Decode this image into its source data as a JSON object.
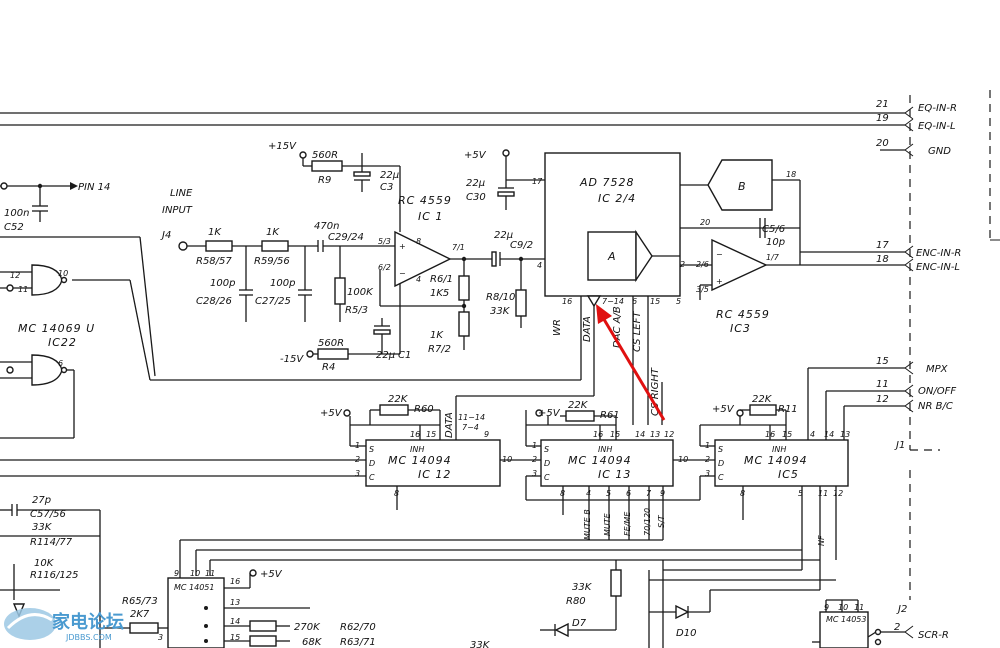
{
  "connector_right": {
    "pins": [
      {
        "num": "21",
        "label": "EQ-IN-R"
      },
      {
        "num": "19",
        "label": "EQ-IN-L"
      },
      {
        "num": "20",
        "label": "GND"
      },
      {
        "num": "17",
        "label": "ENC-IN-R"
      },
      {
        "num": "18",
        "label": "ENC-IN-L"
      },
      {
        "num": "15",
        "label": "MPX"
      },
      {
        "num": "11",
        "label": "ON/OFF"
      },
      {
        "num": "12",
        "label": "NR B/C"
      }
    ],
    "name": "J1"
  },
  "connector_j2": {
    "name": "J2",
    "pin": "2",
    "label": "SCR-R"
  },
  "input": {
    "title_1": "LINE",
    "title_2": "INPUT",
    "jack": "J4"
  },
  "components": {
    "r58": {
      "value": "1K",
      "ref": "R58/57"
    },
    "r59": {
      "value": "1K",
      "ref": "R59/56"
    },
    "c29": {
      "value": "470n",
      "ref": "C29/24"
    },
    "c28": {
      "value": "100p",
      "ref": "C28/26"
    },
    "c27": {
      "value": "100p",
      "ref": "C27/25"
    },
    "r5": {
      "value": "100K",
      "ref": "R5/3"
    },
    "r9": {
      "value": "560R",
      "ref": "R9"
    },
    "c3": {
      "value": "22µ",
      "ref": "C3"
    },
    "r4": {
      "value": "560R",
      "ref": "R4"
    },
    "c1": {
      "value": "22µ",
      "ref": "C1"
    },
    "c30": {
      "value": "22µ",
      "ref": "C30"
    },
    "c9": {
      "value": "22µ",
      "ref": "C9/2"
    },
    "r6": {
      "value": "1K5",
      "ref": "R6/1"
    },
    "r7": {
      "value": "1K",
      "ref": "R7/2"
    },
    "r8": {
      "value": "33K",
      "ref": "R8/10"
    },
    "c5": {
      "value": "10p",
      "ref": "C5/6"
    },
    "r60": {
      "value": "22K",
      "ref": "R60"
    },
    "r61": {
      "value": "22K",
      "ref": "R61"
    },
    "r11": {
      "value": "22K",
      "ref": "R11"
    },
    "c100": {
      "value": "100n",
      "ref": "C52"
    },
    "c27p": {
      "value": "27p",
      "ref": "C57/56"
    },
    "r114": {
      "value": "33K",
      "ref": "R114/77"
    },
    "r116": {
      "value": "10K",
      "ref": "R116/125"
    },
    "r65": {
      "value": "2K7",
      "ref": "R65/73"
    },
    "r62": {
      "value": "270K",
      "ref": "R62/70"
    },
    "r63": {
      "value": "68K",
      "ref": "R63/71"
    },
    "r80": {
      "value": "33K",
      "ref": "R80"
    },
    "r33k_b": {
      "value": "33K"
    },
    "d7": "D7",
    "d10": "D10"
  },
  "supplies": {
    "p15": "+15V",
    "m15": "-15V",
    "p5_a": "+5V",
    "p5_b": "+5V",
    "p5_c": "+5V",
    "p5_d": "+5V",
    "p5_e": "+5V"
  },
  "ics": {
    "ic1": {
      "part": "RC 4559",
      "ref": "IC 1"
    },
    "ic2": {
      "part": "AD 7528",
      "ref": "IC 2/4",
      "block_a": "A",
      "block_b": "B"
    },
    "ic3": {
      "part": "RC 4559",
      "ref": "IC3"
    },
    "ic12": {
      "part": "MC 14094",
      "ref": "IC 12"
    },
    "ic13": {
      "part": "MC 14094",
      "ref": "IC 13"
    },
    "ic5": {
      "part": "MC 14094",
      "ref": "IC5"
    },
    "ic22": {
      "part": "MC 14069 U",
      "ref": "IC22"
    },
    "ic14051": {
      "part": "MC 14051"
    },
    "ic14053": {
      "part": "MC 14053"
    }
  },
  "nets": {
    "pin14": "PIN 14",
    "wr": "WR",
    "data": "DATA",
    "dac_ab": "DAC A/B",
    "cs_left": "CS LEFT",
    "cs_right": "CS RIGHT",
    "data2": "DATA",
    "inh": "INH",
    "mute_b": "MUTE B",
    "mute": "MUTE",
    "fe_me": "FE/ME",
    "t70_120": "70/120",
    "s_t": "S/T",
    "nf": "NF"
  },
  "watermark": {
    "brand": "家电论坛",
    "site": "JDBBS.COM"
  }
}
